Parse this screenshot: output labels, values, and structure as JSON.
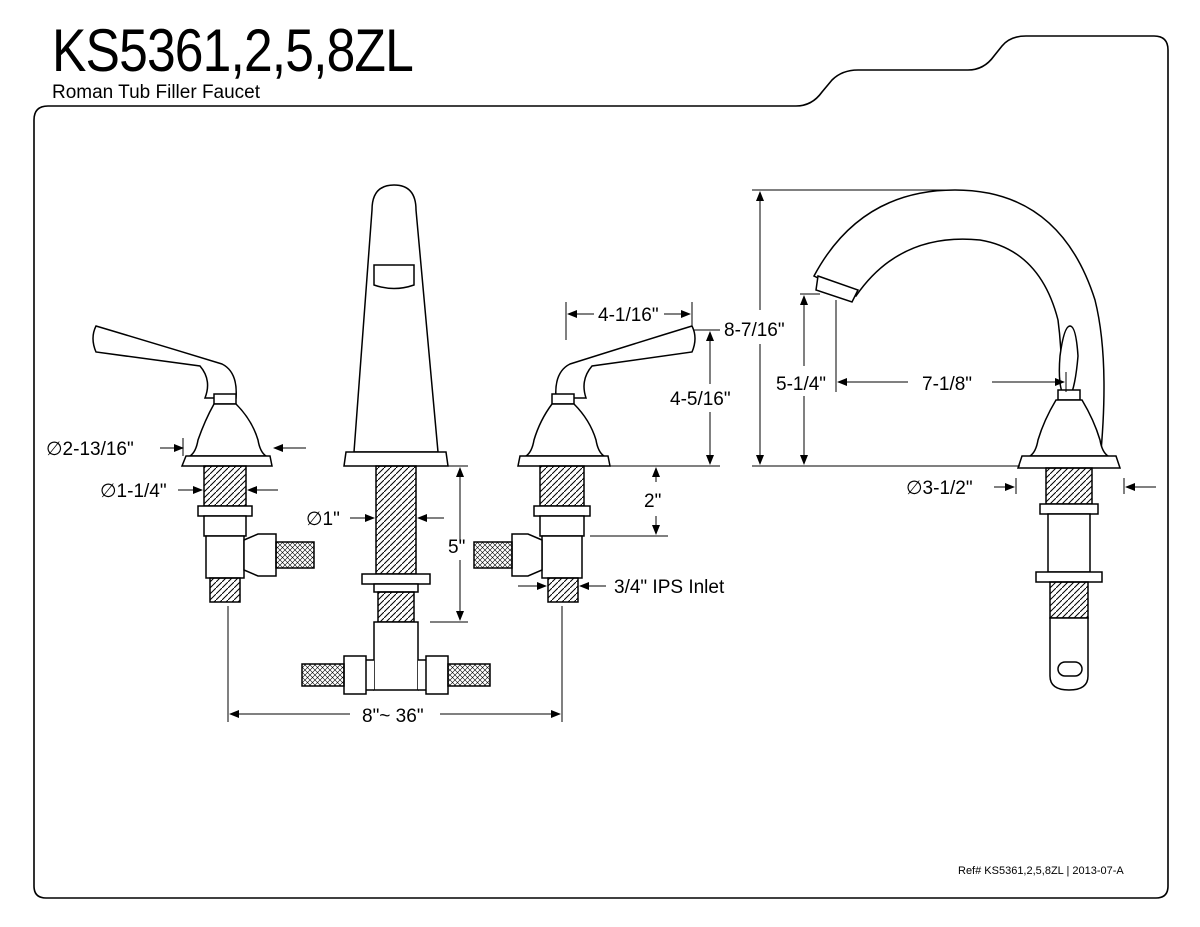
{
  "header": {
    "title": "KS5361,2,5,8ZL",
    "subtitle": "Roman Tub Filler Faucet"
  },
  "dimensions": {
    "handle_escutcheon_dia": "∅2-13/16\"",
    "handle_shank_dia": "∅1-1/4\"",
    "spout_shank_dia": "∅1\"",
    "spout_shank_length": "5\"",
    "handle_reach": "4-1/16\"",
    "handle_height": "4-5/16\"",
    "handle_shank_length": "2\"",
    "inlet": "3/4\" IPS Inlet",
    "spread": "8\"~ 36\"",
    "overall_height": "8-7/16\"",
    "spout_clearance": "5-1/4\"",
    "spout_reach": "7-1/8\"",
    "spout_base_dia": "∅3-1/2\""
  },
  "footer": {
    "ref": "Ref# KS5361,2,5,8ZL | 2013-07-A"
  }
}
